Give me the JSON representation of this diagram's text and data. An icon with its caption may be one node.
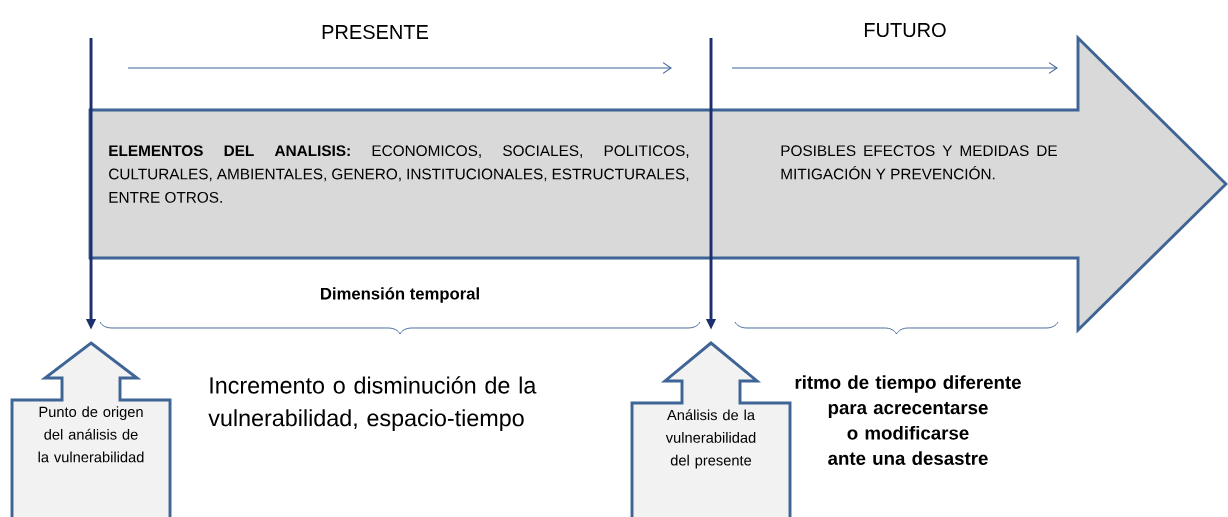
{
  "diagram": {
    "nodes": [
      {
        "text": [
          "**ELEMENTOS DEL ANALISIS:** ECONOMICOS, SOCIALES, POLITICOS, CULTURALES, AMBIENTALES, GENERO, INSTITUCIONALES, ESTRUCTURALES, ENTRE OTROS.",
          "POSIBLES EFECTOS Y MEDIDAS DE MITIGACIÓN Y PREVENCIÓN."
        ]
      },
      {
        "text": [
          "Punto de origen del análisis de la vulnerabilidad"
        ]
      },
      {
        "text": [
          "Análisis de la vulnerabilidad del presente"
        ]
      }
    ],
    "edges": [
      {
        "from": null,
        "to": 1,
        "arrow": "to"
      },
      {
        "from": null,
        "to": 2,
        "arrow": "to"
      }
    ],
    "labels": [
      "PRESENTE",
      "FUTURO",
      "Dimensión temporal",
      "Incremento o disminución de la vulnerabilidad, espacio-tiempo",
      "ritmo de tiempo diferente para acrecentarse o modificarse ante una desastre"
    ]
  }
}
